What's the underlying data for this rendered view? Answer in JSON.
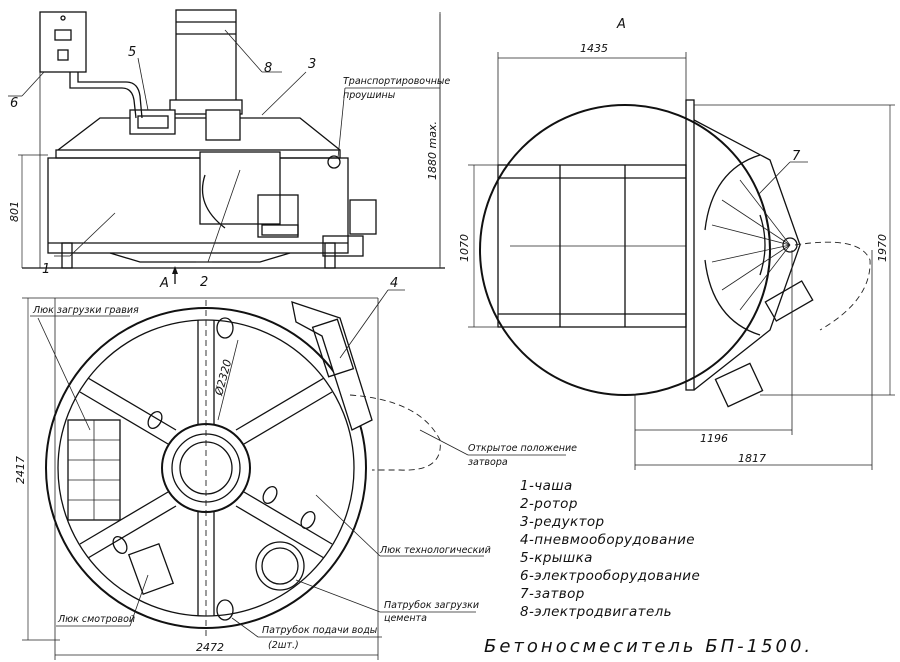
{
  "drawing": {
    "title": "Бетоносмеситель БП-1500.",
    "view_marker": "А",
    "section_marker": "А",
    "legend": [
      "1-чаша",
      "2-ротор",
      "3-редуктор",
      "4-пневмооборудование",
      "5-крышка",
      "6-электрооборудование",
      "7-затвор",
      "8-электродвигатель"
    ],
    "callouts": {
      "n1": "1",
      "n2": "2",
      "n3": "3",
      "n4": "4",
      "n5": "5",
      "n6": "6",
      "n7": "7",
      "n8": "8"
    },
    "annotations": {
      "transport_lugs_1": "Транспортировочные",
      "transport_lugs_2": "проушины",
      "gravel_hatch": "Люк загрузки гравия",
      "open_gate_1": "Открытое положение",
      "open_gate_2": "затвора",
      "tech_hatch": "Люк технологический",
      "cement_pipe_1": "Патрубок загрузки",
      "cement_pipe_2": "цемента",
      "inspection_hatch": "Люк смотровой",
      "water_pipe_1": "Патрубок подачи воды",
      "water_pipe_2": "(2шт.)"
    },
    "dimensions": {
      "d1435": "1435",
      "d1070": "1070",
      "d1970": "1970",
      "d1196": "1196",
      "d1817": "1817",
      "d1880": "1880 max.",
      "d801": "801",
      "d2417": "2417",
      "d2472": "2472",
      "d2320": "Ø2320"
    }
  }
}
